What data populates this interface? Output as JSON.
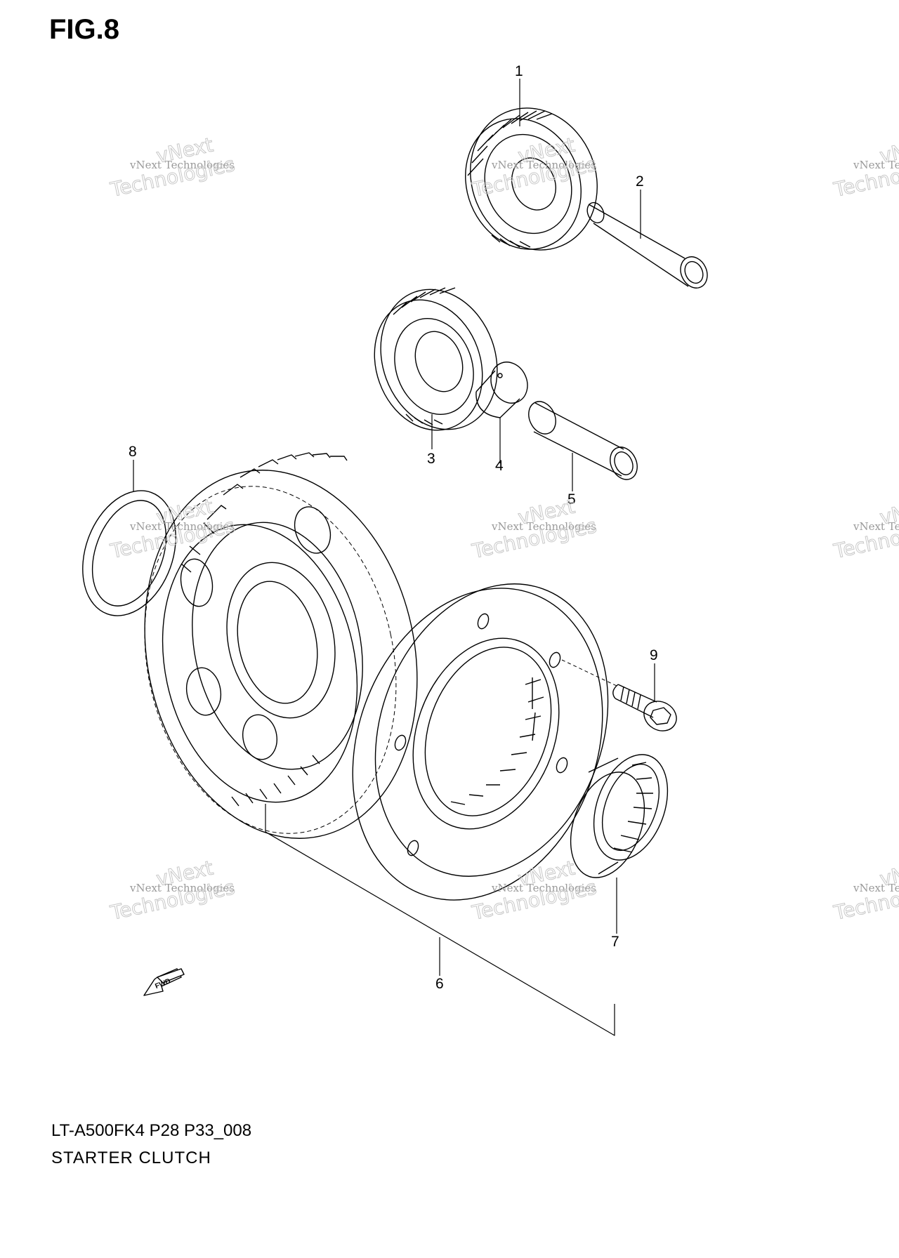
{
  "figure": {
    "title": "FIG.8"
  },
  "footer": {
    "model_code": "LT-A500FK4 P28 P33_008",
    "section_name": "STARTER CLUTCH"
  },
  "fwd_badge": {
    "text": "FWD"
  },
  "watermark": {
    "line1": "vNext Technologies",
    "line2": "vNext",
    "line3": "Technologies"
  },
  "callouts": [
    "1",
    "2",
    "3",
    "4",
    "5",
    "6",
    "7",
    "8",
    "9"
  ]
}
